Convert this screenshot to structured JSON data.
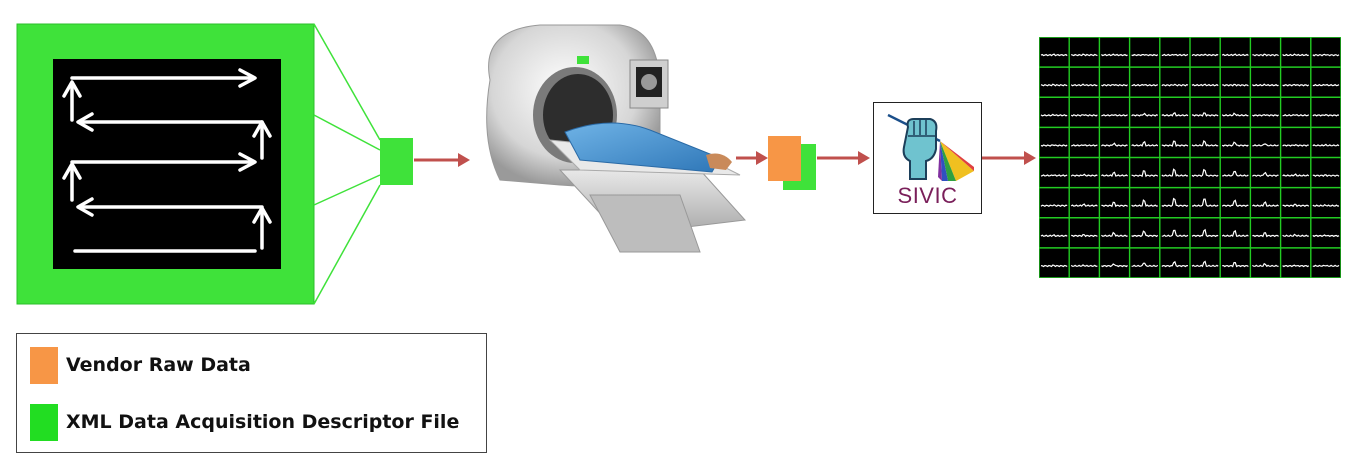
{
  "legend": {
    "items": [
      {
        "label": "Vendor Raw Data",
        "color": "#f79646"
      },
      {
        "label": "XML Data Acquisition Descriptor File",
        "color": "#22dd22"
      }
    ]
  },
  "sivic": {
    "label": "SIVIC",
    "text_color": "#7a1f5a",
    "icon": "raised-fist-icon"
  },
  "colors": {
    "xml_green": "#3fe23a",
    "vendor_orange": "#f79646",
    "arrow_red": "#c0504d",
    "grid_green": "#22cc22",
    "panel_black": "#000000"
  },
  "icons": [
    "k-space-trajectory-icon",
    "mri-scanner-icon",
    "raised-fist-icon",
    "spectra-grid-icon"
  ]
}
